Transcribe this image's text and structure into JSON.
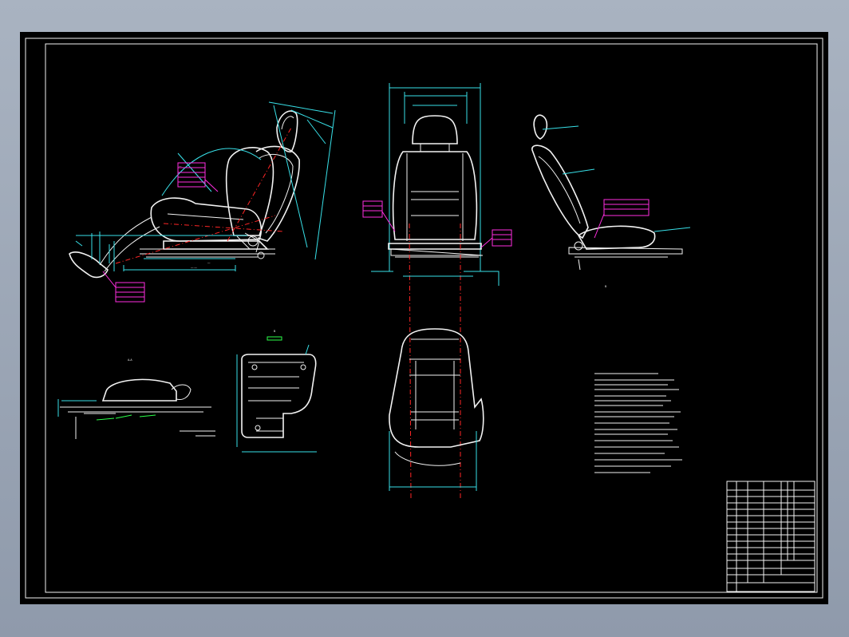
{
  "drawing": {
    "background": "#000000",
    "line_color": "#f2f2f2",
    "dim_color": "#38e0e8",
    "center_color": "#ff2626",
    "callout_color": "#ff2ee0",
    "label_color": "#2bff4a",
    "icon": "seat-assembly-drawing",
    "section_mark": "B",
    "view_label_left": "A-A",
    "view_label_right": "B"
  },
  "title_block": {
    "rows": 11,
    "columns": 6
  }
}
